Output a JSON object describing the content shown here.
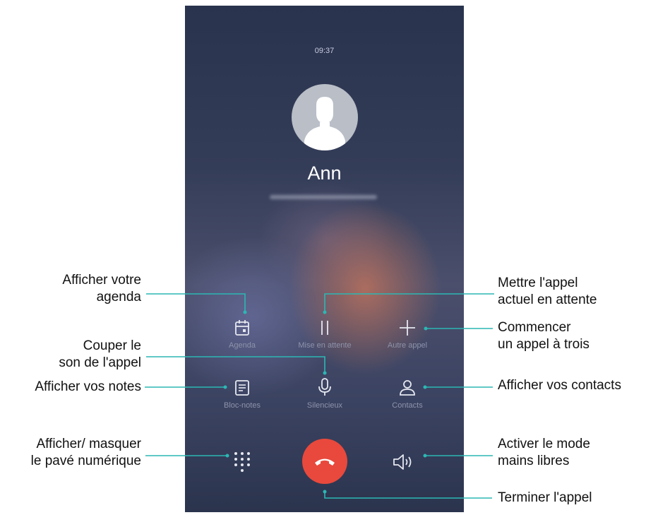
{
  "status_bar": {
    "time": "09:37"
  },
  "caller": {
    "name": "Ann"
  },
  "buttons": {
    "agenda": "Agenda",
    "hold": "Mise en attente",
    "add_call": "Autre appel",
    "notes": "Bloc-notes",
    "mute": "Silencieux",
    "contacts": "Contacts"
  },
  "callouts": {
    "calendar_line1": "Afficher votre",
    "calendar_line2": "agenda",
    "hold_line1": "Mettre l'appel",
    "hold_line2": "actuel en attente",
    "conference_line1": "Commencer",
    "conference_line2": "un appel à trois",
    "mute_line1": "Couper le",
    "mute_line2": "son de l'appel",
    "notes": "Afficher vos notes",
    "contacts": "Afficher vos contacts",
    "dialpad_line1": "Afficher/ masquer",
    "dialpad_line2": "le pavé numérique",
    "speaker_line1": "Activer le mode",
    "speaker_line2": "mains libres",
    "end_call": "Terminer l'appel"
  },
  "colors": {
    "leader_line": "#2cb7b4",
    "end_call": "#e8493c",
    "button_label": "#8d93aa"
  }
}
